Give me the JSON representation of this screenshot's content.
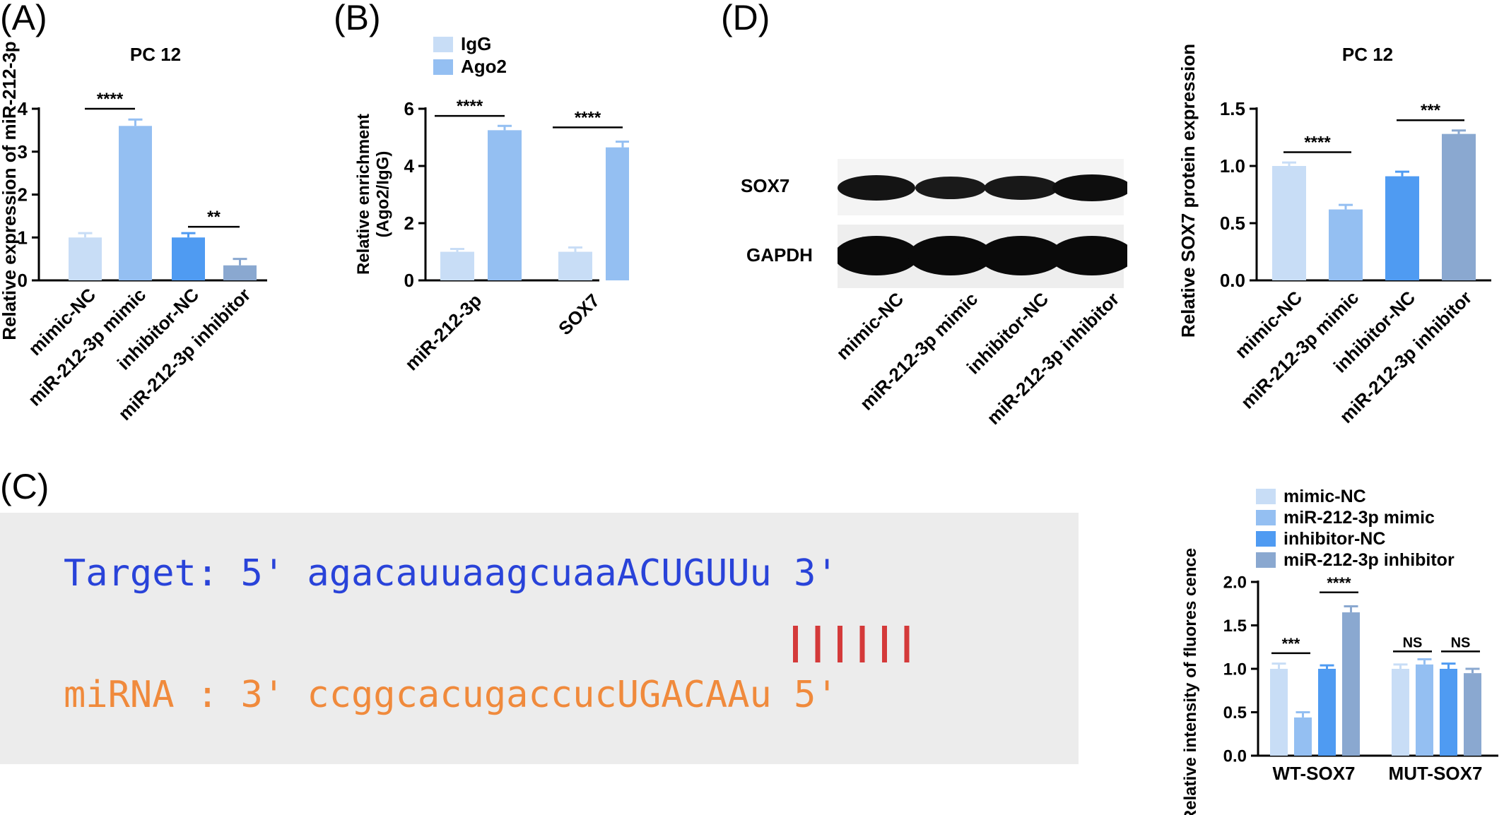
{
  "panel_labels": {
    "a": "(A)",
    "b": "(B)",
    "c": "(C)",
    "d": "(D)"
  },
  "colors": {
    "mimic_nc": "#c8ddf6",
    "mimic": "#94bff2",
    "inhibitor_nc": "#4f9bf2",
    "inhibitor": "#8aa8d0",
    "igg": "#c8ddf6",
    "ago2": "#94bff2",
    "target_text": "#2943d9",
    "mirna_text": "#f08a3c",
    "pair_line": "#d43a3a",
    "seq_box": "#ececec"
  },
  "chart_data": [
    {
      "id": "A",
      "type": "bar",
      "title": "PC 12",
      "ylabel": "Relative expression of miR-212-3p",
      "xlabel": "",
      "ylim": [
        0,
        4
      ],
      "yticks": [
        "0",
        "1",
        "2",
        "3",
        "4"
      ],
      "categories": [
        "mimic-NC",
        "miR-212-3p mimic",
        "inhibitor-NC",
        "miR-212-3p inhibitor"
      ],
      "values": [
        1.0,
        3.6,
        1.0,
        0.35
      ],
      "errors": [
        0.1,
        0.15,
        0.1,
        0.15
      ],
      "significance": [
        {
          "from": 0,
          "to": 1,
          "y": 4.0,
          "label": "****"
        },
        {
          "from": 2,
          "to": 3,
          "y": 1.25,
          "label": "**"
        }
      ],
      "grid": false
    },
    {
      "id": "B",
      "type": "bar",
      "title": "",
      "ylabel": "Relative enrichment (Ago2/IgG)",
      "xlabel": "",
      "ylim": [
        0,
        6
      ],
      "yticks": [
        "0",
        "2",
        "4",
        "6"
      ],
      "categories": [
        "miR-212-3p",
        "SOX7"
      ],
      "series": [
        {
          "name": "IgG",
          "values": [
            1.0,
            1.0
          ],
          "errors": [
            0.1,
            0.15
          ]
        },
        {
          "name": "Ago2",
          "values": [
            5.25,
            4.65
          ],
          "errors": [
            0.15,
            0.2
          ]
        }
      ],
      "significance": [
        {
          "group": 0,
          "y": 5.75,
          "label": "****"
        },
        {
          "group": 1,
          "y": 5.35,
          "label": "****"
        }
      ],
      "legend": "top-left",
      "grid": false
    },
    {
      "id": "D",
      "type": "bar",
      "title": "PC 12",
      "ylabel": "Relative SOX7 protein expression",
      "xlabel": "",
      "ylim": [
        0,
        1.5
      ],
      "yticks": [
        "0.0",
        "0.5",
        "1.0",
        "1.5"
      ],
      "categories": [
        "mimic-NC",
        "miR-212-3p mimic",
        "inhibitor-NC",
        "miR-212-3p inhibitor"
      ],
      "values": [
        1.0,
        0.62,
        0.91,
        1.28
      ],
      "errors": [
        0.03,
        0.04,
        0.04,
        0.03
      ],
      "significance": [
        {
          "from": 0,
          "to": 1,
          "y": 1.12,
          "label": "****"
        },
        {
          "from": 2,
          "to": 3,
          "y": 1.4,
          "label": "***"
        }
      ],
      "grid": false
    },
    {
      "id": "C-right",
      "type": "bar",
      "title": "",
      "ylabel": "Relative intensity of fluores cence",
      "xlabel": "",
      "ylim": [
        0,
        2.0
      ],
      "yticks": [
        "0.0",
        "0.5",
        "1.0",
        "1.5",
        "2.0"
      ],
      "categories": [
        "WT-SOX7",
        "MUT-SOX7"
      ],
      "series": [
        {
          "name": "mimic-NC",
          "values": [
            1.0,
            1.0
          ],
          "errors": [
            0.06,
            0.05
          ]
        },
        {
          "name": "miR-212-3p mimic",
          "values": [
            0.44,
            1.05
          ],
          "errors": [
            0.06,
            0.06
          ]
        },
        {
          "name": "inhibitor-NC",
          "values": [
            1.0,
            1.0
          ],
          "errors": [
            0.04,
            0.06
          ]
        },
        {
          "name": "miR-212-3p inhibitor",
          "values": [
            1.65,
            0.95
          ],
          "errors": [
            0.07,
            0.05
          ]
        }
      ],
      "significance": [
        {
          "group": 0,
          "from": 0,
          "to": 1,
          "y": 1.18,
          "label": "***"
        },
        {
          "group": 0,
          "from": 2,
          "to": 3,
          "y": 1.88,
          "label": "****"
        },
        {
          "group": 1,
          "from": 0,
          "to": 1,
          "y": 1.2,
          "label": "NS"
        },
        {
          "group": 1,
          "from": 2,
          "to": 3,
          "y": 1.2,
          "label": "NS"
        }
      ],
      "legend": "top",
      "grid": false
    }
  ],
  "western_blot": {
    "bands": [
      "SOX7",
      "GAPDH"
    ],
    "lanes": [
      "mimic-NC",
      "miR-212-3p mimic",
      "inhibitor-NC",
      "miR-212-3p inhibitor"
    ]
  },
  "sequence": {
    "target_label": "Target: 5'",
    "target_lower": "agacauuaagcuaa",
    "target_upper": "ACUGUU",
    "target_tail": "u",
    "target_end": "3'",
    "mirna_label": "miRNA : 3'",
    "mirna_lower": "ccggcacugaccuc",
    "mirna_upper": "UGACAA",
    "mirna_tail": "u",
    "mirna_end": "5'",
    "pair_count": 6
  }
}
